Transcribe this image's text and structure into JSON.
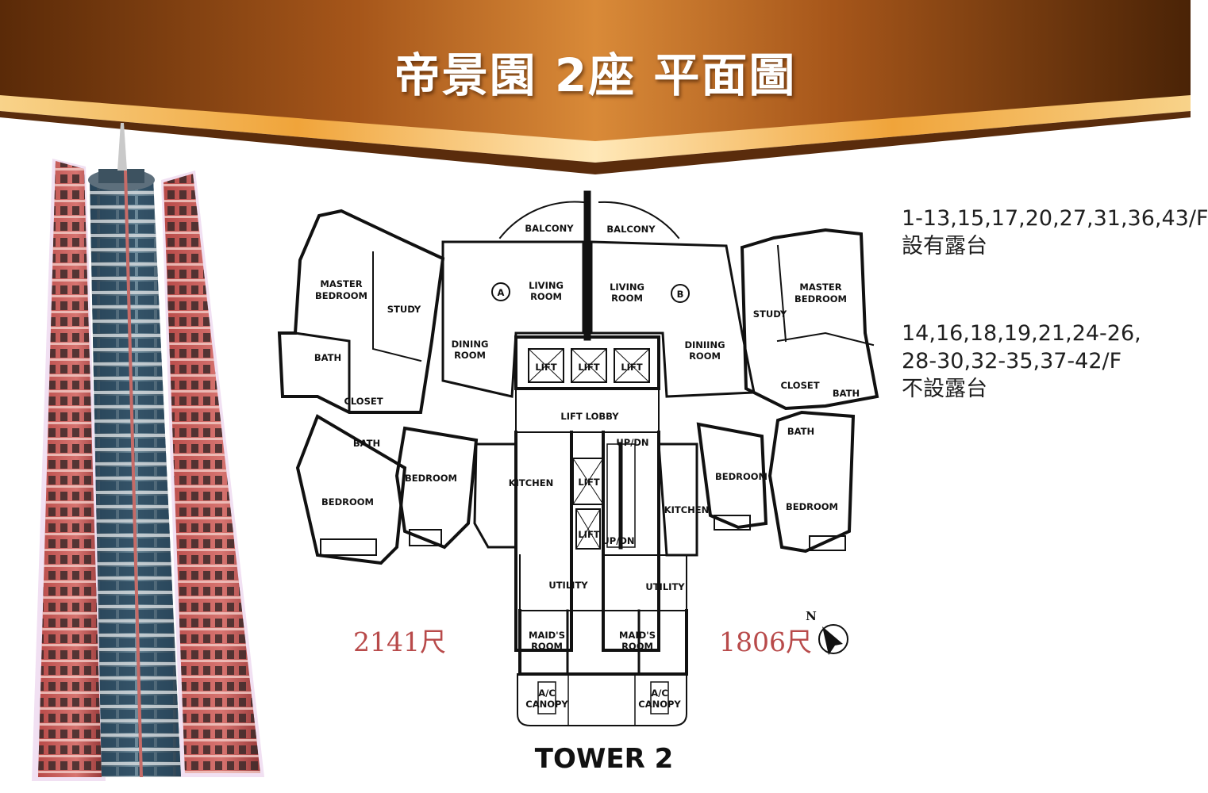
{
  "header": {
    "title": "帝景園 2座  平面圖"
  },
  "notes": {
    "with_terrace_floors": "1-13,15,17,20,27,31,36,43/F",
    "with_terrace_label": "設有露台",
    "without_terrace_floors_line1": "14,16,18,19,21,24-26,",
    "without_terrace_floors_line2": "28-30,32-35,37-42/F",
    "without_terrace_label": "不設露台"
  },
  "areas": {
    "unit_a": "2141尺",
    "unit_b": "1806尺"
  },
  "plan": {
    "tower_label": "TOWER 2",
    "unit_a_marker": "A",
    "unit_b_marker": "B",
    "north_label": "N",
    "rooms": {
      "balcony": "BALCONY",
      "living": "LIVING",
      "room": "ROOM",
      "dining": "DINING",
      "dining_b": "DINIING",
      "master": "MASTER",
      "bedroom": "BEDROOM",
      "study": "STUDY",
      "bath": "BATH",
      "closet": "CLOSET",
      "lift": "LIFT",
      "lift_lobby": "LIFT LOBBY",
      "up_dn": "UP/DN",
      "kitchen": "KITCHEN",
      "utility": "UTILITY",
      "maids": "MAID'S",
      "ac": "A/C",
      "canopy": "CANOPY"
    }
  },
  "colors": {
    "banner_dark": "#6e3a12",
    "banner_gold": "#f3b04a",
    "area_text": "#b84a4a"
  }
}
